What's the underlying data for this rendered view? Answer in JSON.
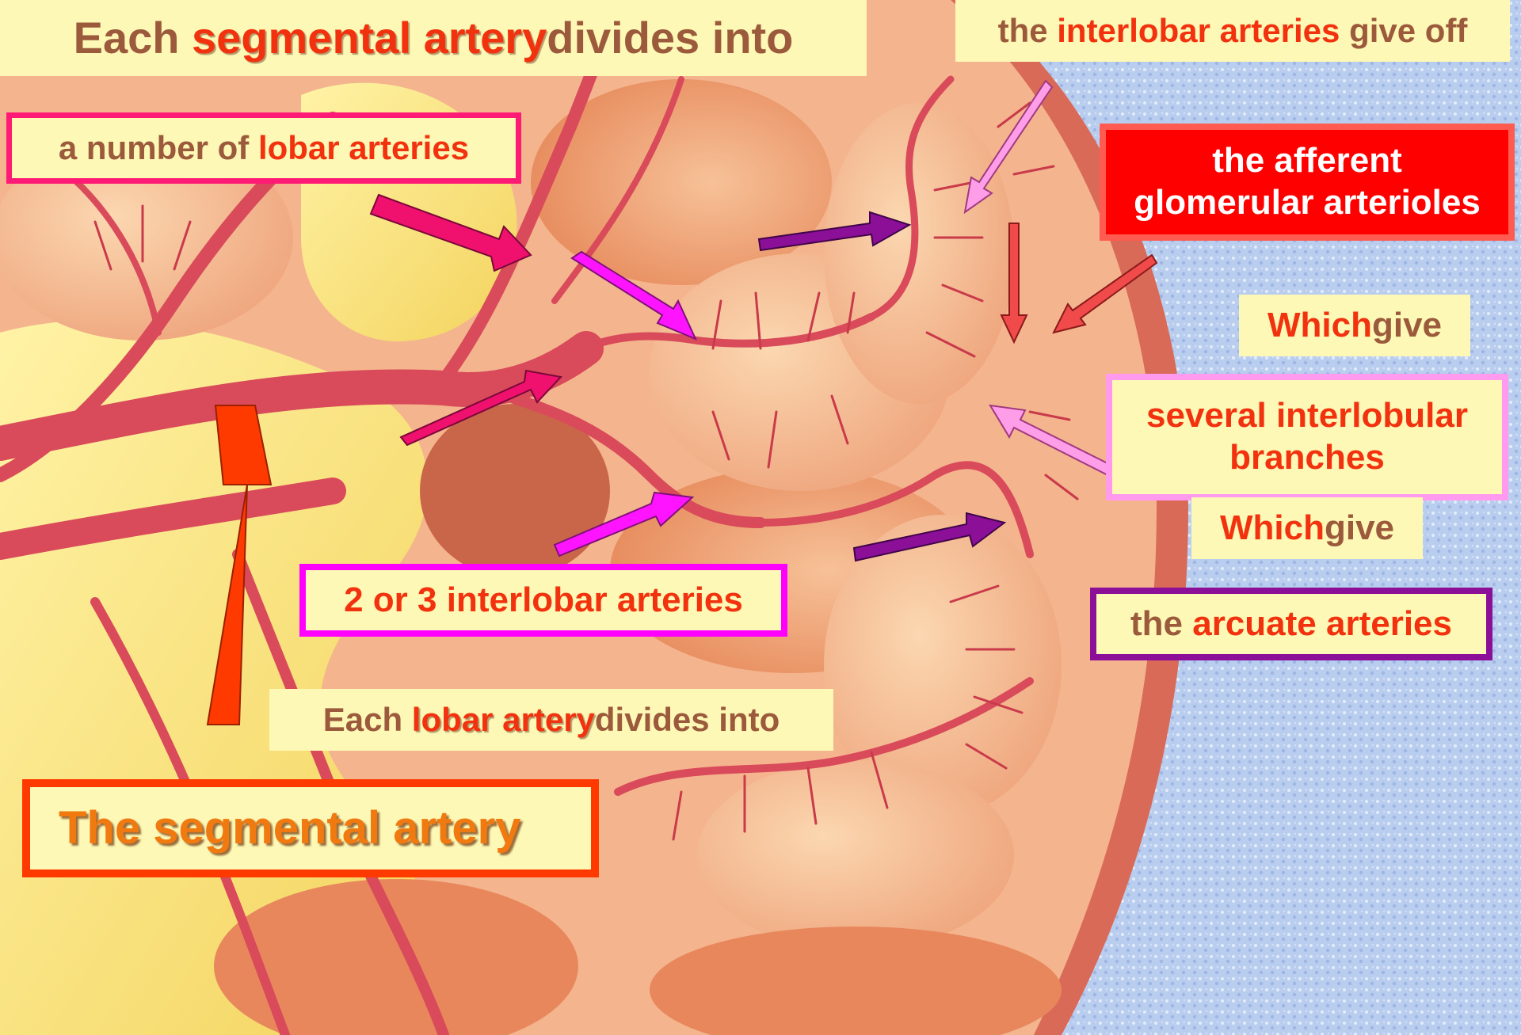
{
  "colors": {
    "label_fill": "#fdf8b5",
    "brown_text": "#9c5a3c",
    "red_text": "#f2320f",
    "magenta_border": "#ff00ff",
    "pink_border": "#ff1a75",
    "light_pink_border": "#ff9aef",
    "purple_border": "#8c0f98",
    "orange_border": "#ff3a00",
    "red_fill": "#ff0000"
  },
  "labels": {
    "title_seg": {
      "pre": "Each ",
      "highlight": "segmental artery",
      "post": " divides into"
    },
    "lobar": {
      "pre": "a number of ",
      "highlight": "lobar arteries"
    },
    "interlobar_give": {
      "pre": "the ",
      "highlight": "interlobar arteries",
      "post": " give off"
    },
    "afferent": {
      "line1": "the afferent",
      "line2": "glomerular arterioles"
    },
    "which_give_1": {
      "highlight": "Which",
      "post": " give"
    },
    "interlobular": {
      "line1": "several interlobular",
      "line2": "branches"
    },
    "which_give_2": {
      "highlight": "Which",
      "post": " give"
    },
    "arcuate": {
      "pre": "the ",
      "highlight": "arcuate arteries"
    },
    "two_three": {
      "text": "2 or 3 interlobar arteries"
    },
    "lobar_divides": {
      "pre": "Each ",
      "highlight": "lobar artery",
      "post": " divides into"
    },
    "segmental": {
      "text": "The segmental artery"
    }
  },
  "arrow_colors": {
    "segmental": "#ff3a00",
    "lobar": "#f0106e",
    "interlobar": "#ff14ff",
    "arcuate": "#8c0f98",
    "interlobular": "#ff9ee8",
    "afferent": "#f04a4a"
  }
}
